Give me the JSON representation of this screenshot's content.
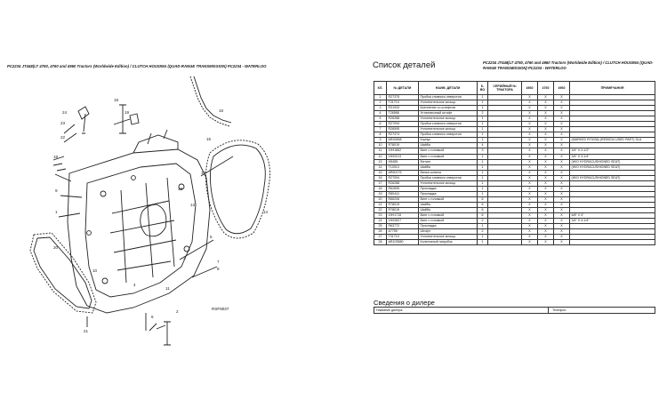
{
  "diagram": {
    "caption": "PC2234 JT448(LT 4750, 4760 and 4960 Tractors (Worldwide Edition) / CLUTCH HOUSING (QUAD-RANGE TRANSMISSION) PC2234 - WATERLOO",
    "ref_code": "RSF8037",
    "callouts": [
      "24",
      "23",
      "22",
      "18",
      "16",
      "19",
      "18",
      "15",
      "9",
      "1",
      "5",
      "7",
      "8",
      "17",
      "12",
      "3",
      "13",
      "10",
      "4",
      "11",
      "6",
      "2",
      "21",
      "20",
      "14"
    ]
  },
  "parts_list": {
    "title": "Список деталей",
    "subtitle": "PC2234 JT448(LT 4750, 4760 and 4960 Tractors (Worldwide Edition) / CLUTCH HOUSING (QUAD-RANGE TRANSMISSION) PC2234 - WATERLOO",
    "headers": [
      "КЛ.",
      "№ ДЕТАЛИ",
      "НАИМ. ДЕТАЛИ",
      "К-ВО",
      "СЕРИЙНЫЙ № ТРАКТОРА",
      "4560",
      "4760",
      "4960",
      "ПРИМЕЧАНИЯ"
    ],
    "rows": [
      [
        "1",
        "R27375",
        "Пробка сливного отверстия",
        "1",
        "",
        "X",
        "X",
        "X",
        ""
      ],
      [
        "2",
        "T3171X",
        "Уплотнительное кольцо",
        "1",
        "",
        "X",
        "X",
        "X",
        ""
      ],
      [
        "3",
        "R31933",
        "Крепление со штифтом",
        "1",
        "",
        "X",
        "X",
        "X",
        ""
      ],
      [
        "4",
        "T26566",
        "Установочный штифт",
        "2",
        "",
        "X",
        "X",
        "X",
        ""
      ],
      [
        "5",
        "R26288",
        "Уплотнительное кольцо",
        "1",
        "",
        "X",
        "X",
        "X",
        ""
      ],
      [
        "6",
        "R27094",
        "Пробка сливного отверстия",
        "1",
        "",
        "X",
        "X",
        "X",
        ""
      ],
      [
        "7",
        "R26595",
        "Уплотнительное кольцо",
        "1",
        "",
        "X",
        "X",
        "X",
        ""
      ],
      [
        "8",
        "R27474",
        "Пробка сливного отверстия",
        "1",
        "",
        "X",
        "X",
        "X",
        ""
      ],
      [
        "9",
        "AR92898",
        "Корпус",
        "1",
        "",
        "X",
        "X",
        "X",
        "(MARKED R70036) (RE59234 USED PART) SLA"
      ],
      [
        "10",
        "R78019",
        "Шайба",
        "4",
        "",
        "X",
        "X",
        "X",
        ""
      ],
      [
        "11",
        "19H1862",
        "Винт с головкой",
        "3",
        "",
        "X",
        "X",
        "X",
        "3/4\" X 2-1/2\""
      ],
      [
        "12",
        "19H2013",
        "Винт с головкой",
        "1",
        "",
        "X",
        "X",
        "X",
        "3/4\" X 3-1/4\""
      ],
      [
        "13",
        "H5455",
        "Фитинг",
        "1",
        "",
        "X",
        "X",
        "X",
        "(W/O HYDRACUSHIONED SEAT)"
      ],
      [
        "14",
        "T10013",
        "Шайба",
        "1",
        "",
        "X",
        "X",
        "X",
        "(W/O HYDRACUSHIONED SEAT)"
      ],
      [
        "15",
        "AR60175",
        "Вилка шланга",
        "1",
        "",
        "X",
        "X",
        "X",
        ""
      ],
      [
        "16",
        "R27094",
        "Пробка сливного отверстия",
        "1",
        "",
        "X",
        "X",
        "X",
        "(W/O HYDRACUSHIONED SEAT)"
      ],
      [
        "17",
        "R26288",
        "Уплотнительное кольцо",
        "1",
        "",
        "X",
        "X",
        "X",
        ""
      ],
      [
        "18",
        "R62895",
        "Прокладка",
        "1",
        "",
        "X",
        "X",
        "X",
        ""
      ],
      [
        "19",
        "R80441",
        "Прокладка",
        "1",
        "",
        "X",
        "X",
        "X",
        ""
      ],
      [
        "20",
        "R66208",
        "Винт с головкой",
        "6",
        "",
        "X",
        "X",
        "X",
        ""
      ],
      [
        "21",
        "R78019",
        "Шайба",
        "6",
        "",
        "X",
        "X",
        "X",
        ""
      ],
      [
        "22",
        "R78019",
        "Шайба",
        "6",
        "",
        "X",
        "X",
        "X",
        ""
      ],
      [
        "23",
        "19H1715",
        "Винт с головкой",
        "6",
        "",
        "X",
        "X",
        "X",
        "5/8\" X 3\""
      ],
      [
        "24",
        "19H2827",
        "Винт с головкой",
        "2",
        "",
        "X",
        "X",
        "X",
        "3/4\" X 4-1/4\""
      ],
      [
        "25",
        "R63772",
        "Прокладка",
        "1",
        "",
        "X",
        "X",
        "X",
        ""
      ],
      [
        "26",
        "A7759",
        "Штифт",
        "2",
        "",
        "X",
        "X",
        "X",
        ""
      ],
      [
        "27",
        "T3171X",
        "Уплотнительное кольцо",
        "1",
        "",
        "X",
        "X",
        "X",
        ""
      ],
      [
        "28",
        "AR103580",
        "Коленчатый патрубок",
        "1",
        "",
        "X",
        "X",
        "X",
        ""
      ]
    ]
  },
  "dealer": {
    "title": "Сведения о дилере",
    "name_label": "Название дилера:",
    "phone_label": "Телефон:"
  }
}
